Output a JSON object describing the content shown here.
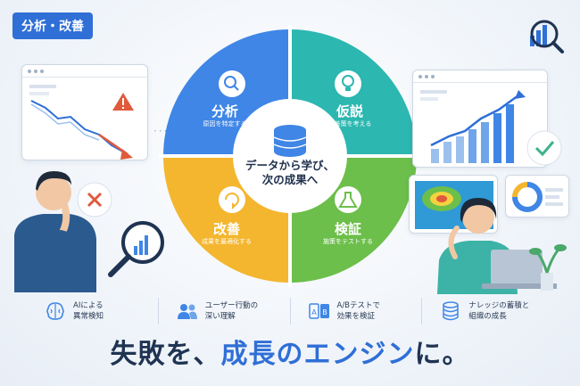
{
  "tag": "分析・改善",
  "cycle": {
    "center_line1": "データから学び、",
    "center_line2": "次の成果へ",
    "segments": [
      {
        "title": "分析",
        "subtitle": "原因を特定する",
        "color": "#3f86e6",
        "icon": "search-icon"
      },
      {
        "title": "仮説",
        "subtitle": "改善策を考える",
        "color": "#2cb7b0",
        "icon": "lightbulb-icon"
      },
      {
        "title": "検証",
        "subtitle": "施策をテストする",
        "color": "#6cbf4a",
        "icon": "flask-icon"
      },
      {
        "title": "改善",
        "subtitle": "成果を最適化する",
        "color": "#f4b62f",
        "icon": "refresh-icon"
      }
    ]
  },
  "features": [
    {
      "text": "AIによる\n異常検知",
      "icon": "brain-icon"
    },
    {
      "text": "ユーザー行動の\n深い理解",
      "icon": "users-icon"
    },
    {
      "text": "A/Bテストで\n効果を検証",
      "icon": "ab-test-icon"
    },
    {
      "text": "ナレッジの蓄積と\n組織の成長",
      "icon": "database-icon"
    }
  ],
  "headline": {
    "part1": "失敗を、",
    "part2": "成長のエンジン",
    "part3": "に。"
  },
  "colors": {
    "accent": "#2f6fd6",
    "alert": "#e05a3c",
    "success": "#3cb38a",
    "dark": "#1f3352"
  }
}
